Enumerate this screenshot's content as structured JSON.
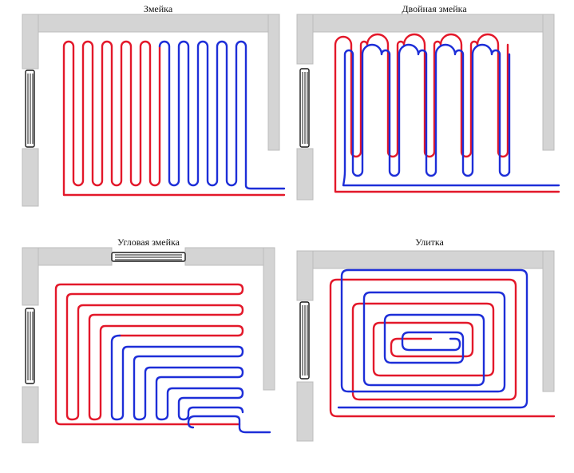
{
  "colors": {
    "hot_pipe": "#e3182a",
    "cold_pipe": "#1d2ed8",
    "wall": "#d4d4d4",
    "background": "#ffffff"
  },
  "panels": [
    {
      "title": "Змейка",
      "layout": "snake"
    },
    {
      "title": "Двойная змейка",
      "layout": "double-snake"
    },
    {
      "title": "Угловая змейка",
      "layout": "corner-snake"
    },
    {
      "title": "Улитка",
      "layout": "spiral"
    }
  ]
}
